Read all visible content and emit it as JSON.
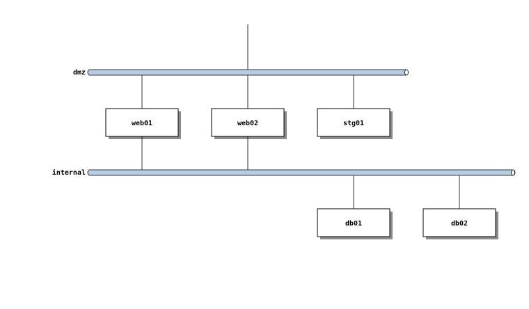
{
  "colors": {
    "network_fill": "#b8cce4",
    "node_fill": "#ffffff",
    "stroke": "#000000",
    "background": "#ffffff"
  },
  "networks": [
    {
      "id": "dmz",
      "label": "dmz"
    },
    {
      "id": "internal",
      "label": "internal"
    }
  ],
  "nodes": [
    {
      "id": "web01",
      "label": "web01"
    },
    {
      "id": "web02",
      "label": "web02"
    },
    {
      "id": "stg01",
      "label": "stg01"
    },
    {
      "id": "db01",
      "label": "db01"
    },
    {
      "id": "db02",
      "label": "db02"
    }
  ],
  "connections": [
    {
      "network": "dmz",
      "node": "web01"
    },
    {
      "network": "dmz",
      "node": "web02"
    },
    {
      "network": "dmz",
      "node": "stg01"
    },
    {
      "network": "internal",
      "node": "web01"
    },
    {
      "network": "internal",
      "node": "web02"
    },
    {
      "network": "internal",
      "node": "db01"
    },
    {
      "network": "internal",
      "node": "db02"
    }
  ]
}
